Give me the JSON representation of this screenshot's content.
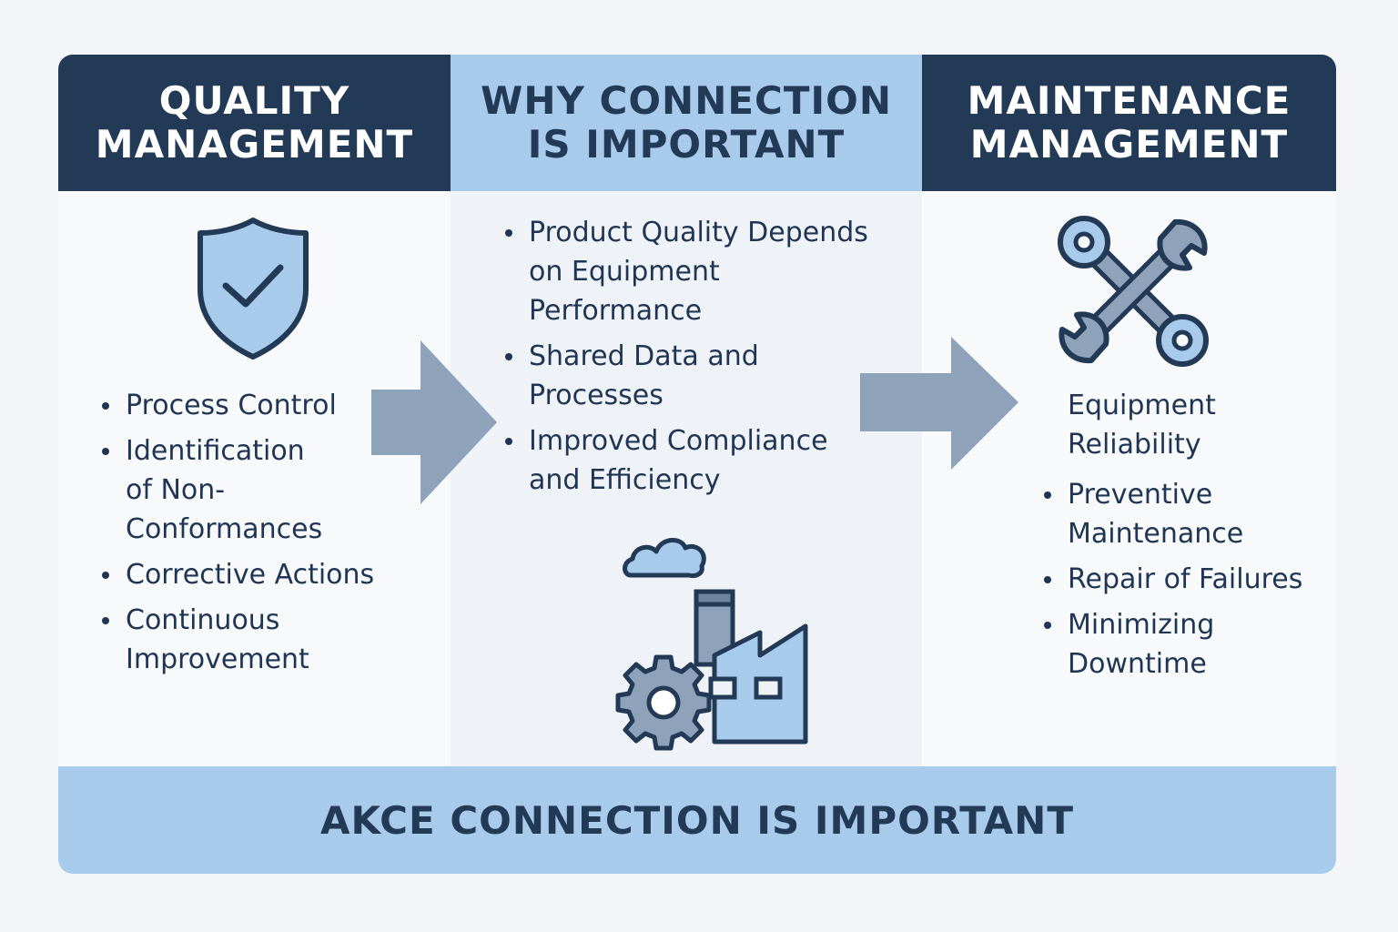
{
  "quality": {
    "title": "QUALITY\nMANAGEMENT",
    "items": [
      "Process Control",
      "Identification\nof Non-\nConformances",
      "Corrective Actions",
      "Continuous\nImprovement"
    ]
  },
  "connection": {
    "title": "WHY CONNECTION\nIS IMPORTANT",
    "items": [
      "Product Quality Depends\non Equipment\nPerformance",
      "Shared Data and\nProcesses",
      "Improved Compliance\nand Efficiency"
    ]
  },
  "maintenance": {
    "title": "MAINTENANCE\nMANAGEMENT",
    "items": [
      "Equipment\nReliability",
      "Preventive\nMaintenance",
      "Repair of Failures",
      "Minimizing\nDowntime"
    ]
  },
  "footer": {
    "text": "AKCE CONNECTION IS IMPORTANT"
  },
  "icons": {
    "quality": "shield-check-icon",
    "connection": "factory-gear-icon",
    "maintenance": "crossed-wrenches-icon"
  },
  "colors": {
    "navy": "#233a57",
    "light_blue": "#a8cbec",
    "arrow": "#8ea3b9",
    "text": "#1f3553"
  }
}
